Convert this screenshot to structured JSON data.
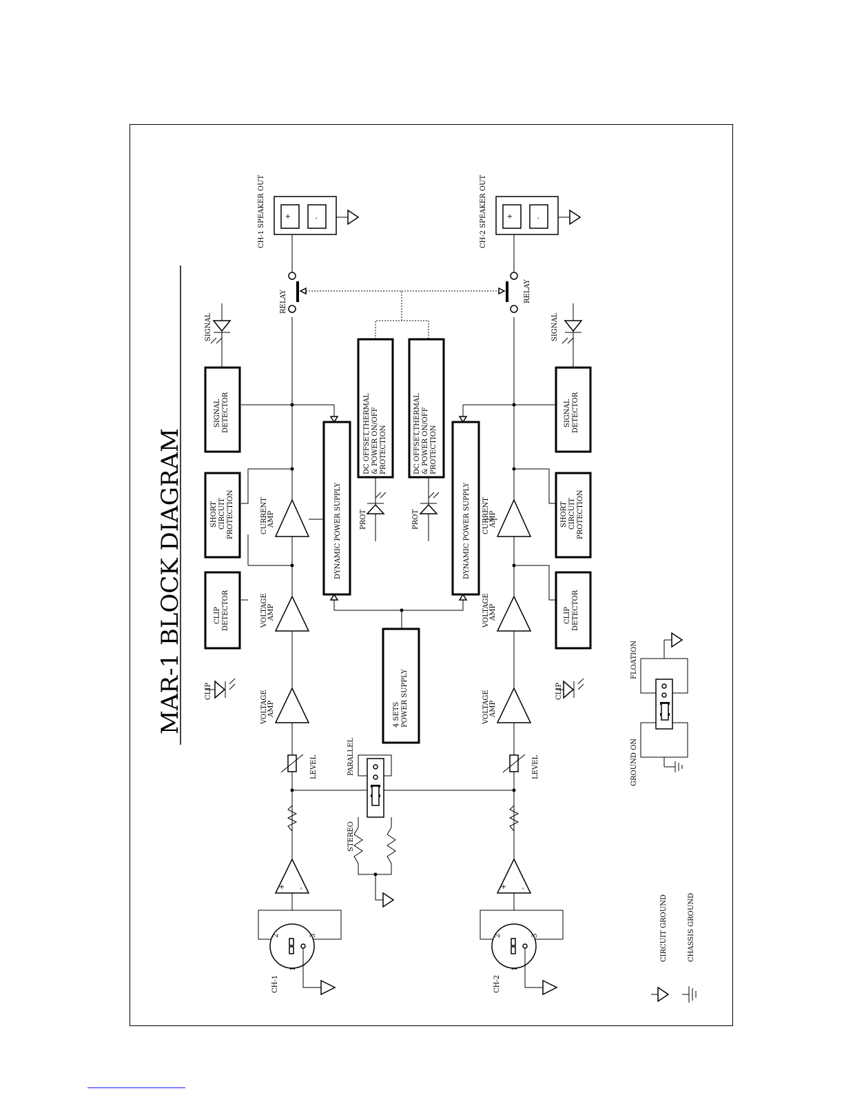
{
  "title": "MAR-1 BLOCK DIAGRAM",
  "ch1": {
    "input_label": "CH-1",
    "pin1": "1",
    "pin2": "2",
    "pin3": "3",
    "plus": "+",
    "minus": "-",
    "level": "LEVEL",
    "vamp1": [
      "VOLTAGE",
      "AMP"
    ],
    "vamp2": [
      "VOLTAGE",
      "AMP"
    ],
    "camp": [
      "CURRENT",
      "AMP"
    ],
    "clip": "CLIP",
    "clip_detector": [
      "CLIP",
      "DETECTOR"
    ],
    "short_circuit": [
      "SHORT",
      "CIRCUIT",
      "PROTECTION"
    ],
    "signal_detector": [
      "SIGNAL",
      "DETECTOR"
    ],
    "signal": "SIGNAL",
    "relay": "RELAY",
    "speaker_out": "CH-1 SPEAKER OUT",
    "dps": "DYNAMIC POWER SUPPLY",
    "protection": [
      "DC OFFSET,THERMAL",
      "& POWER ON/OFF",
      "PROTECTION"
    ],
    "prot": "PROT"
  },
  "ch2": {
    "input_label": "CH-2",
    "pin1": "1",
    "pin2": "2",
    "pin3": "3",
    "plus": "+",
    "minus": "-",
    "level": "LEVEL",
    "vamp1": [
      "VOLTAGE",
      "AMP"
    ],
    "vamp2": [
      "VOLTAGE",
      "AMP"
    ],
    "camp": [
      "CURRENT",
      "AMP"
    ],
    "clip": "CLIP",
    "clip_detector": [
      "CLIP",
      "DETECTOR"
    ],
    "short_circuit": [
      "SHORT",
      "CIRCUIT",
      "PROTECTION"
    ],
    "signal_detector": [
      "SIGNAL",
      "DETECTOR"
    ],
    "signal": "SIGNAL",
    "relay": "RELAY",
    "speaker_out": "CH-2 SPEAKER OUT",
    "dps": "DYNAMIC POWER SUPPLY",
    "protection": [
      "DC OFFSET,THERMAL",
      "& POWER ON/OFF",
      "PROTECTION"
    ],
    "prot": "PROT"
  },
  "shared": {
    "parallel": "PARALLEL",
    "stereo": "STEREO",
    "power_supply": [
      "4 SETS",
      "POWER SUPPLY"
    ],
    "ground_on": "GROUND ON",
    "floation": "FLOATION"
  },
  "legend": {
    "circuit_ground": "CIRCUIT GROUND",
    "chassis_ground": "CHASSIS GROUND"
  }
}
